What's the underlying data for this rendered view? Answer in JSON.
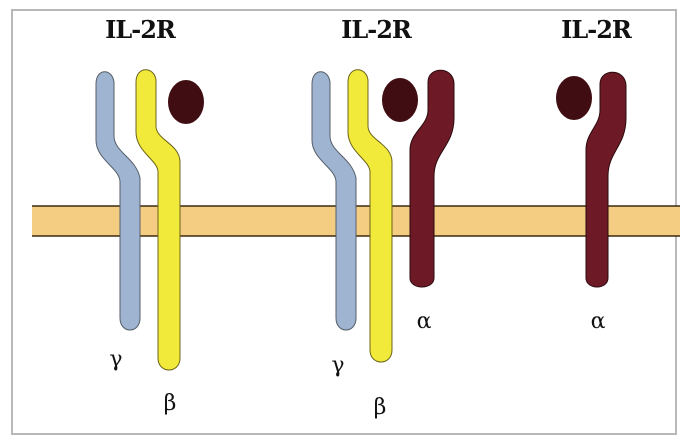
{
  "colors": {
    "background": "#ffffff",
    "frame": "#b8b8b8",
    "membrane_fill": "#f4cd82",
    "membrane_edge": "#3a2a10",
    "gamma_chain": "#9fb4d0",
    "beta_chain": "#f2ea3a",
    "alpha_chain": "#6e1a26",
    "ligand": "#3f0d12"
  },
  "receptors": [
    {
      "title": "IL-2R",
      "chains": [
        {
          "symbol": "γ",
          "type": "gamma"
        },
        {
          "symbol": "β",
          "type": "beta"
        }
      ],
      "ligand_icon": "il2-ligand"
    },
    {
      "title": "IL-2R",
      "chains": [
        {
          "symbol": "γ",
          "type": "gamma"
        },
        {
          "symbol": "β",
          "type": "beta"
        },
        {
          "symbol": "α",
          "type": "alpha"
        }
      ],
      "ligand_icon": "il2-ligand"
    },
    {
      "title": "IL-2R",
      "chains": [
        {
          "symbol": "α",
          "type": "alpha"
        }
      ],
      "ligand_icon": "il2-ligand"
    }
  ]
}
